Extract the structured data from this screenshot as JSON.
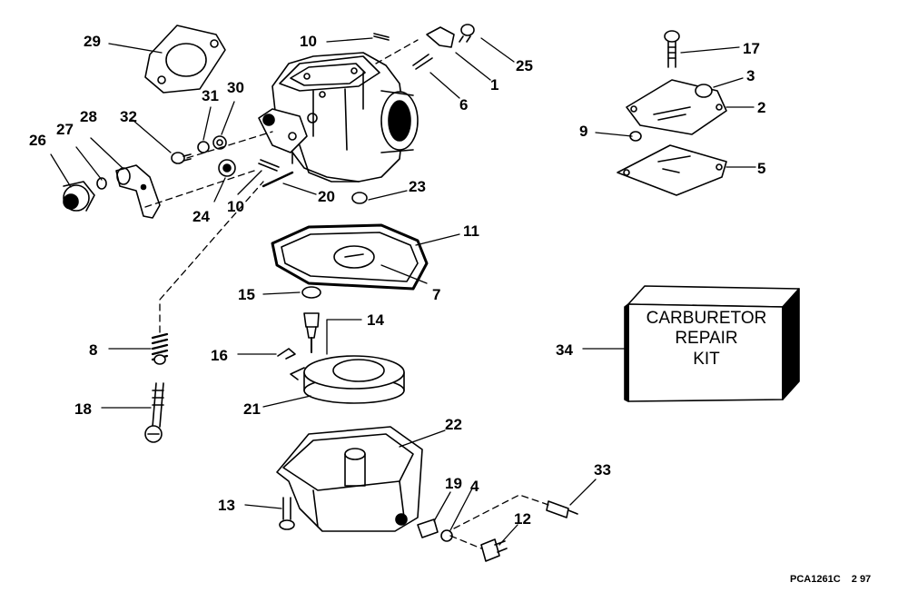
{
  "callouts": {
    "c1": "1",
    "c2": "2",
    "c3": "3",
    "c4": "4",
    "c5": "5",
    "c6": "6",
    "c7": "7",
    "c8": "8",
    "c9": "9",
    "c10a": "10",
    "c10b": "10",
    "c11": "11",
    "c12": "12",
    "c13": "13",
    "c14": "14",
    "c15": "15",
    "c16": "16",
    "c17": "17",
    "c18": "18",
    "c19": "19",
    "c20": "20",
    "c21": "21",
    "c22": "22",
    "c23": "23",
    "c24": "24",
    "c25": "25",
    "c26": "26",
    "c27": "27",
    "c28": "28",
    "c29": "29",
    "c30": "30",
    "c31": "31",
    "c32": "32",
    "c33": "33",
    "c34": "34"
  },
  "kit": {
    "line1": "CARBURETOR",
    "line2": "REPAIR",
    "line3": "KIT"
  },
  "footer": {
    "ref_code": "PCA1261C",
    "date_code": "2 97"
  }
}
